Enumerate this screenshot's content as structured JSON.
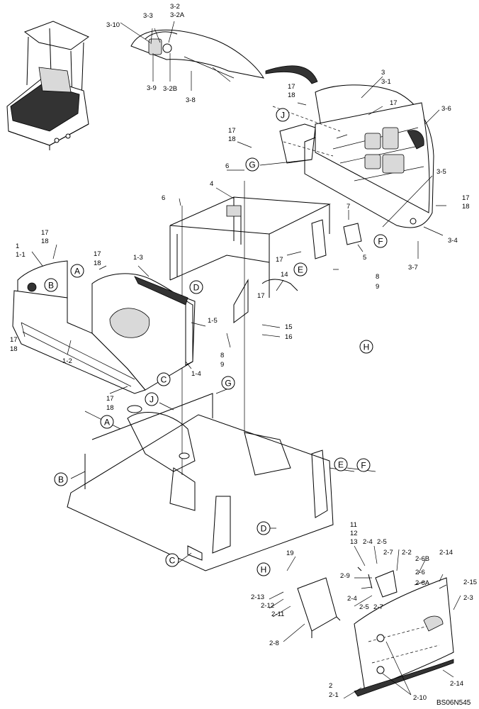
{
  "drawing_number": "BS06N545",
  "callouts": [
    "A",
    "B",
    "C",
    "D",
    "E",
    "F",
    "G",
    "H",
    "J"
  ],
  "part_labels": {
    "p3_10": "3-10",
    "p3_3": "3-3",
    "p3_2": "3-2",
    "p3_2A": "3-2A",
    "p3_9": "3-9",
    "p3_2B": "3-2B",
    "p3_8": "3-8",
    "p3": "3",
    "p3_1": "3-1",
    "p17a": "17",
    "p18a": "18",
    "p17b": "17",
    "p3_6": "3-6",
    "p17c": "17",
    "p18c": "18",
    "p6a": "6",
    "p4": "4",
    "p6b": "6",
    "p3_5": "3-5",
    "p17d": "17",
    "p18d": "18",
    "p7": "7",
    "p3_4": "3-4",
    "p5": "5",
    "p3_7": "3-7",
    "p17e": "17",
    "p8a": "8",
    "p9a": "9",
    "p14": "14",
    "p17f": "17",
    "p18f": "18",
    "p1": "1",
    "p1_1": "1-1",
    "p17g": "17",
    "p18g": "18",
    "p1_3": "1-3",
    "p17h": "17",
    "p15": "15",
    "p16": "16",
    "p17i": "17",
    "p18i": "18",
    "p1_5": "1-5",
    "p8b": "8",
    "p9b": "9",
    "p1_2": "1-2",
    "p1_4": "1-4",
    "p17j": "17",
    "p18j": "18",
    "p11": "11",
    "p12": "12",
    "p13": "13",
    "p2_4a": "2-4",
    "p2_5a": "2-5",
    "p2_7a": "2-7",
    "p2_2": "2-2",
    "p2_6B": "2-6B",
    "p2_14a": "2-14",
    "p19": "19",
    "p2_9": "2-9",
    "p2_6": "2-6",
    "p2_6A": "2-6A",
    "p2_15": "2-15",
    "p2_13": "2-13",
    "p2_4b": "2-4",
    "p2_3": "2-3",
    "p2_12": "2-12",
    "p2_5b": "2-5",
    "p2_7b": "2-7",
    "p2_11": "2-11",
    "p2_8": "2-8",
    "p2": "2",
    "p2_1": "2-1",
    "p2_14b": "2-14",
    "p2_10": "2-10"
  }
}
